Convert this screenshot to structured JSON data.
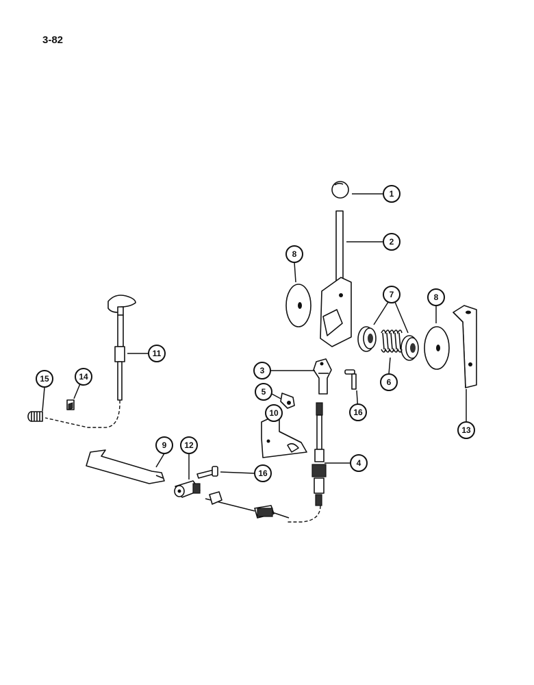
{
  "page": {
    "number": "3-82"
  },
  "callouts": [
    {
      "id": "c1",
      "label": "1"
    },
    {
      "id": "c2",
      "label": "2"
    },
    {
      "id": "c3",
      "label": "3"
    },
    {
      "id": "c4",
      "label": "4"
    },
    {
      "id": "c5",
      "label": "5"
    },
    {
      "id": "c6",
      "label": "6"
    },
    {
      "id": "c7",
      "label": "7"
    },
    {
      "id": "c8a",
      "label": "8"
    },
    {
      "id": "c8b",
      "label": "8"
    },
    {
      "id": "c9",
      "label": "9"
    },
    {
      "id": "c10",
      "label": "10"
    },
    {
      "id": "c11",
      "label": "11"
    },
    {
      "id": "c12",
      "label": "12"
    },
    {
      "id": "c13",
      "label": "13"
    },
    {
      "id": "c14",
      "label": "14"
    },
    {
      "id": "c15",
      "label": "15"
    },
    {
      "id": "c16a",
      "label": "16"
    },
    {
      "id": "c16b",
      "label": "16"
    }
  ]
}
